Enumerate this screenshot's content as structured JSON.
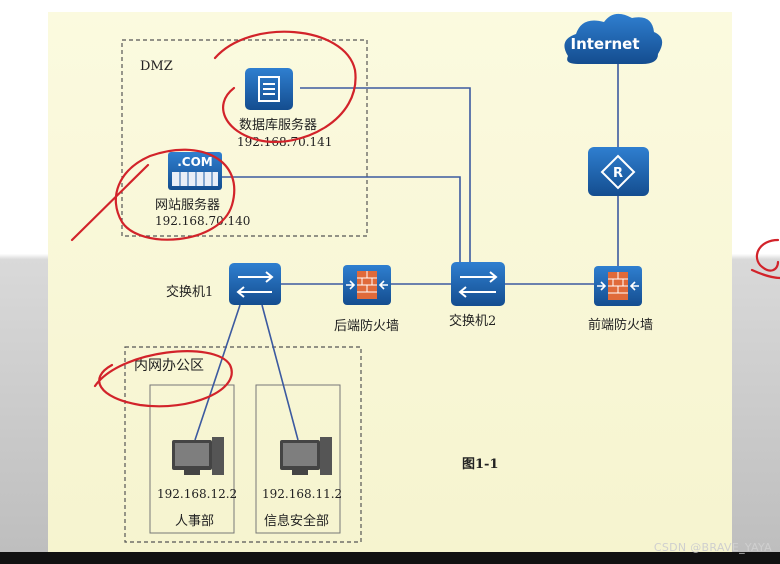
{
  "zones": {
    "dmz": "DMZ",
    "office": "内网办公区"
  },
  "nodes": {
    "internet": "Internet",
    "db_server": {
      "name": "数据库服务器",
      "ip": "192.168.70.141"
    },
    "web_server": {
      "name": "网站服务器",
      "ip": "192.168.70.140",
      "badge": ".COM"
    },
    "switch1": "交换机1",
    "switch2": "交换机2",
    "rear_fw": "后端防火墙",
    "front_fw": "前端防火墙",
    "pc_hr": {
      "ip": "192.168.12.2",
      "dept": "人事部"
    },
    "pc_sec": {
      "ip": "192.168.11.2",
      "dept": "信息安全部"
    }
  },
  "figure_label": "图1-1",
  "overlay_text": "CSDN @BRAVE_YAYA",
  "colors": {
    "device": "#1d5ea8",
    "link": "#3c5aa0",
    "annotation": "#d2232a",
    "zone_border": "#555555"
  }
}
